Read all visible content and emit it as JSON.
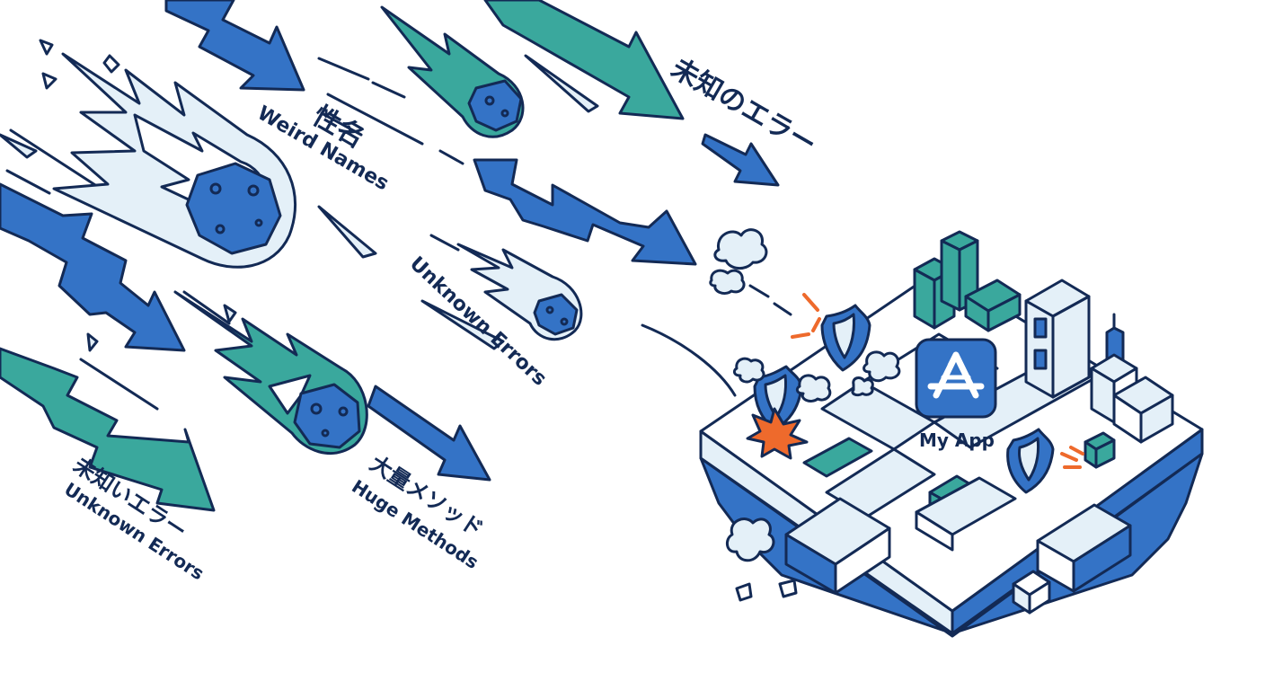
{
  "colors": {
    "outline": "#132a55",
    "blue": "#3473c6",
    "teal": "#3aa89d",
    "pale": "#e4f0f8",
    "orange": "#ee6a2c",
    "white": "#ffffff"
  },
  "labels": {
    "weird_jp": "性名",
    "weird_en": "Weird Names",
    "unknown_top_jp": "未知のエラー",
    "unknown_mid_en": "Unknown Errors",
    "unknown_low_jp": "未知いエラー",
    "unknown_low_en": "Unknown Errors",
    "huge_jp": "大量メソッド",
    "huge_en": "Huge Methods"
  },
  "app": {
    "name": "My App",
    "icon": "app-store-icon"
  },
  "icons": {
    "meteor": "meteor-icon",
    "arrow": "zigzag-arrow-icon",
    "shield": "shield-icon",
    "building": "building-icon",
    "cloud": "smoke-cloud-icon"
  }
}
